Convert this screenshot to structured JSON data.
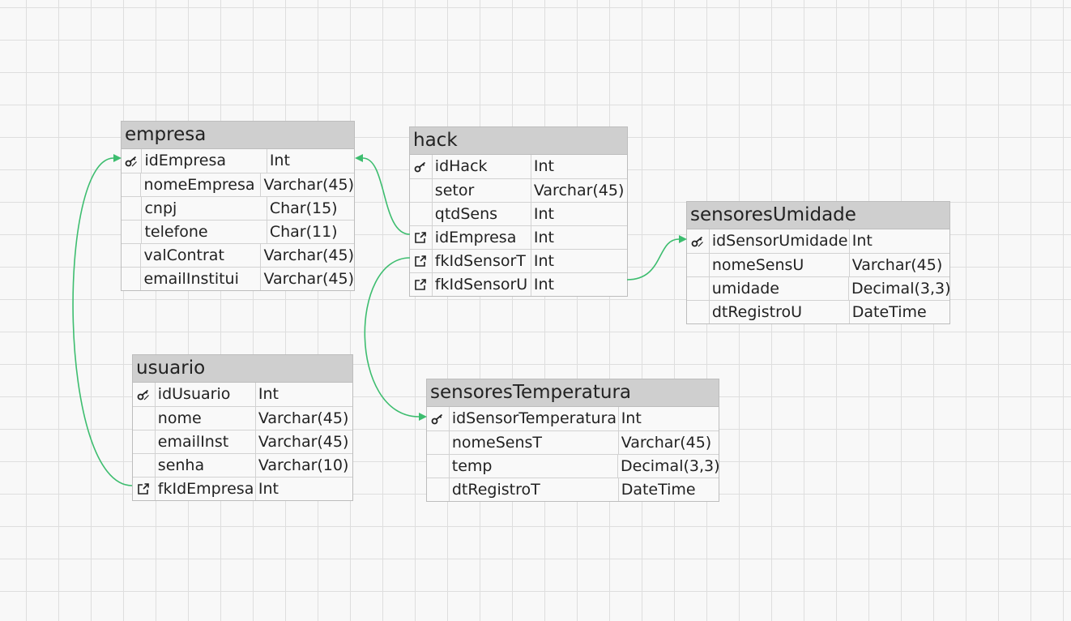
{
  "tables": [
    {
      "id": "empresa",
      "name": "empresa",
      "rows": [
        {
          "icon": "key-edit-icon",
          "name": "idEmpresa",
          "type": "Int"
        },
        {
          "icon": "",
          "name": "nomeEmpresa",
          "type": "Varchar(45)"
        },
        {
          "icon": "",
          "name": "cnpj",
          "type": "Char(15)"
        },
        {
          "icon": "",
          "name": "telefone",
          "type": "Char(11)"
        },
        {
          "icon": "",
          "name": "valContrat",
          "type": "Varchar(45)"
        },
        {
          "icon": "",
          "name": "emailInstitui",
          "type": "Varchar(45)"
        }
      ]
    },
    {
      "id": "hack",
      "name": "hack",
      "rows": [
        {
          "icon": "key-icon",
          "name": "idHack",
          "type": "Int"
        },
        {
          "icon": "",
          "name": "setor",
          "type": "Varchar(45)"
        },
        {
          "icon": "",
          "name": "qtdSens",
          "type": "Int"
        },
        {
          "icon": "foreign-key-icon",
          "name": "idEmpresa",
          "type": "Int"
        },
        {
          "icon": "foreign-key-icon",
          "name": "fkIdSensorT",
          "type": "Int"
        },
        {
          "icon": "foreign-key-icon",
          "name": "fkIdSensorU",
          "type": "Int"
        }
      ]
    },
    {
      "id": "sensoresUmidade",
      "name": "sensoresUmidade",
      "rows": [
        {
          "icon": "key-edit-icon",
          "name": "idSensorUmidade",
          "type": "Int"
        },
        {
          "icon": "",
          "name": "nomeSensU",
          "type": "Varchar(45)"
        },
        {
          "icon": "",
          "name": "umidade",
          "type": "Decimal(3,3)"
        },
        {
          "icon": "",
          "name": "dtRegistroU",
          "type": "DateTime"
        }
      ]
    },
    {
      "id": "usuario",
      "name": "usuario",
      "rows": [
        {
          "icon": "key-edit-icon",
          "name": "idUsuario",
          "type": "Int"
        },
        {
          "icon": "",
          "name": "nome",
          "type": "Varchar(45)"
        },
        {
          "icon": "",
          "name": "emailInst",
          "type": "Varchar(45)"
        },
        {
          "icon": "",
          "name": "senha",
          "type": "Varchar(10)"
        },
        {
          "icon": "foreign-key-icon",
          "name": "fkIdEmpresa",
          "type": "Int"
        }
      ]
    },
    {
      "id": "sensoresTemperatura",
      "name": "sensoresTemperatura",
      "rows": [
        {
          "icon": "key-icon",
          "name": "idSensorTemperatura",
          "type": "Int"
        },
        {
          "icon": "",
          "name": "nomeSensT",
          "type": "Varchar(45)"
        },
        {
          "icon": "",
          "name": "temp",
          "type": "Decimal(3,3)"
        },
        {
          "icon": "",
          "name": "dtRegistroT",
          "type": "DateTime"
        }
      ]
    }
  ],
  "relations": [
    {
      "from": "hack.idEmpresa",
      "to": "empresa.idEmpresa"
    },
    {
      "from": "usuario.fkIdEmpresa",
      "to": "empresa.idEmpresa"
    },
    {
      "from": "hack.fkIdSensorU",
      "to": "sensoresUmidade.idSensorUmidade"
    },
    {
      "from": "hack.fkIdSensorT",
      "to": "sensoresTemperatura.idSensorTemperatura"
    }
  ],
  "colors": {
    "connector": "#3dbd6f",
    "header": "#cfcfcf",
    "grid": "#dedede"
  }
}
